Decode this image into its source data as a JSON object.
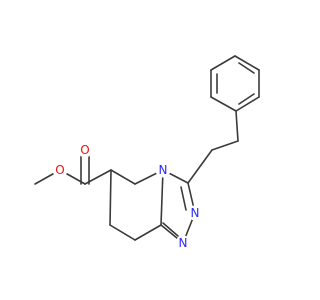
{
  "molecule": {
    "atom_labels": {
      "ester_carbonyl_oxygen": "O",
      "ester_ether_oxygen": "O",
      "ring_nitrogen_bridgehead": "N",
      "triazole_nitrogen_upper": "N",
      "triazole_nitrogen_lower": "N"
    },
    "colors": {
      "bond": "#3a3a3a",
      "oxygen": "#e8140e",
      "nitrogen": "#2a2aff",
      "background": "#ffffff"
    }
  }
}
